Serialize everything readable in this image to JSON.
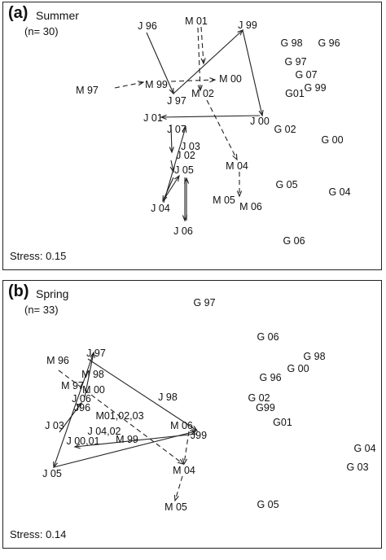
{
  "chart_data": [
    {
      "type": "scatter",
      "panel_label": "(a)",
      "season": "Summer",
      "n_label": "(n= 30)",
      "stress_label": "Stress: 0.15",
      "xlim": [
        0,
        466
      ],
      "ylim": [
        0,
        330
      ],
      "points": [
        {
          "label": "J 96",
          "x": 177,
          "y": 29
        },
        {
          "label": "M 01",
          "x": 237,
          "y": 23
        },
        {
          "label": "J 99",
          "x": 300,
          "y": 28
        },
        {
          "label": "G 98",
          "x": 354,
          "y": 50
        },
        {
          "label": "G 96",
          "x": 400,
          "y": 50
        },
        {
          "label": "G 97",
          "x": 359,
          "y": 73
        },
        {
          "label": "G 07",
          "x": 372,
          "y": 89
        },
        {
          "label": "M 97",
          "x": 103,
          "y": 108
        },
        {
          "label": "M 99",
          "x": 188,
          "y": 101
        },
        {
          "label": "M 00",
          "x": 279,
          "y": 94
        },
        {
          "label": "G01",
          "x": 358,
          "y": 112
        },
        {
          "label": "G 99",
          "x": 383,
          "y": 105
        },
        {
          "label": "M 02",
          "x": 245,
          "y": 112
        },
        {
          "label": "J 97",
          "x": 213,
          "y": 121
        },
        {
          "label": "J 01",
          "x": 184,
          "y": 142
        },
        {
          "label": "J 00",
          "x": 315,
          "y": 146
        },
        {
          "label": "G 02",
          "x": 346,
          "y": 156
        },
        {
          "label": "J 07",
          "x": 213,
          "y": 156
        },
        {
          "label": "G 00",
          "x": 404,
          "y": 169
        },
        {
          "label": "J 03",
          "x": 230,
          "y": 177
        },
        {
          "label": "J 02",
          "x": 224,
          "y": 188
        },
        {
          "label": "M 04",
          "x": 287,
          "y": 201
        },
        {
          "label": "J 05",
          "x": 222,
          "y": 206
        },
        {
          "label": "G 05",
          "x": 348,
          "y": 224
        },
        {
          "label": "G 04",
          "x": 413,
          "y": 233
        },
        {
          "label": "M 05",
          "x": 271,
          "y": 243
        },
        {
          "label": "M 06",
          "x": 304,
          "y": 251
        },
        {
          "label": "J 04",
          "x": 193,
          "y": 253
        },
        {
          "label": "J 06",
          "x": 221,
          "y": 281
        },
        {
          "label": "G 06",
          "x": 357,
          "y": 293
        }
      ],
      "trajectories": [
        {
          "series": "J",
          "from": [
            176,
            37
          ],
          "to": [
            209,
            112
          ],
          "style": "solid"
        },
        {
          "series": "J",
          "from": [
            209,
            112
          ],
          "to": [
            294,
            34
          ],
          "style": "solid"
        },
        {
          "series": "J",
          "from": [
            294,
            34
          ],
          "to": [
            318,
            139
          ],
          "style": "solid"
        },
        {
          "series": "J",
          "from": [
            315,
            139
          ],
          "to": [
            194,
            141
          ],
          "style": "solid"
        },
        {
          "series": "J",
          "from": [
            206,
            150
          ],
          "to": [
            207,
            184
          ],
          "style": "solid"
        },
        {
          "series": "J",
          "from": [
            206,
            194
          ],
          "to": [
            209,
            208
          ],
          "style": "solid"
        },
        {
          "series": "J",
          "from": [
            209,
            215
          ],
          "to": [
            196,
            244
          ],
          "style": "solid"
        },
        {
          "series": "J",
          "from": [
            196,
            244
          ],
          "to": [
            216,
            213
          ],
          "style": "solid"
        },
        {
          "series": "J",
          "from": [
            197,
            246
          ],
          "to": [
            224,
            153
          ],
          "style": "solid"
        },
        {
          "series": "J",
          "from": [
            223,
            215
          ],
          "to": [
            223,
            268
          ],
          "style": "solid"
        },
        {
          "series": "J",
          "from": [
            225,
            268
          ],
          "to": [
            225,
            216
          ],
          "style": "solid"
        },
        {
          "series": "M",
          "from": [
            137,
            105
          ],
          "to": [
            172,
            98
          ],
          "style": "dashed"
        },
        {
          "series": "M",
          "from": [
            206,
            97
          ],
          "to": [
            260,
            95
          ],
          "style": "dashed"
        },
        {
          "series": "M",
          "from": [
            239,
            31
          ],
          "to": [
            242,
            108
          ],
          "style": "dashed"
        },
        {
          "series": "M",
          "from": [
            243,
            30
          ],
          "to": [
            246,
            75
          ],
          "style": "dashed"
        },
        {
          "series": "M",
          "from": [
            250,
            120
          ],
          "to": [
            287,
            193
          ],
          "style": "dashed"
        },
        {
          "series": "M",
          "from": [
            290,
            208
          ],
          "to": [
            290,
            238
          ],
          "style": "dashed"
        }
      ]
    },
    {
      "type": "scatter",
      "panel_label": "(b)",
      "season": "Spring",
      "n_label": "(n= 33)",
      "stress_label": "Stress: 0.14",
      "xlim": [
        0,
        466
      ],
      "ylim": [
        0,
        330
      ],
      "points": [
        {
          "label": "G 97",
          "x": 247,
          "y": 27
        },
        {
          "label": "G 06",
          "x": 325,
          "y": 69
        },
        {
          "label": "J 97",
          "x": 114,
          "y": 89
        },
        {
          "label": "G 98",
          "x": 382,
          "y": 93
        },
        {
          "label": "M 96",
          "x": 67,
          "y": 98
        },
        {
          "label": "G 00",
          "x": 362,
          "y": 108
        },
        {
          "label": "M 98",
          "x": 110,
          "y": 115
        },
        {
          "label": "G 96",
          "x": 328,
          "y": 119
        },
        {
          "label": "M 97",
          "x": 85,
          "y": 129
        },
        {
          "label": "M 00",
          "x": 111,
          "y": 134
        },
        {
          "label": "J 98",
          "x": 202,
          "y": 143
        },
        {
          "label": "G 02",
          "x": 314,
          "y": 144
        },
        {
          "label": "J 06",
          "x": 96,
          "y": 145
        },
        {
          "label": "J96",
          "x": 97,
          "y": 156
        },
        {
          "label": "G99",
          "x": 322,
          "y": 156
        },
        {
          "label": "M01,02,03",
          "x": 143,
          "y": 166
        },
        {
          "label": "G01",
          "x": 343,
          "y": 174
        },
        {
          "label": "J 03",
          "x": 63,
          "y": 178
        },
        {
          "label": "M 06",
          "x": 219,
          "y": 178
        },
        {
          "label": "J 04,02",
          "x": 124,
          "y": 185
        },
        {
          "label": "J99",
          "x": 240,
          "y": 190
        },
        {
          "label": "J 00,01",
          "x": 98,
          "y": 197
        },
        {
          "label": "M 99",
          "x": 152,
          "y": 195
        },
        {
          "label": "G 04",
          "x": 444,
          "y": 206
        },
        {
          "label": "M 04",
          "x": 222,
          "y": 233
        },
        {
          "label": "G 03",
          "x": 435,
          "y": 229
        },
        {
          "label": "J 05",
          "x": 60,
          "y": 237
        },
        {
          "label": "G 05",
          "x": 325,
          "y": 275
        },
        {
          "label": "M 05",
          "x": 212,
          "y": 278
        }
      ],
      "trajectories": [
        {
          "series": "J",
          "from": [
            104,
            96
          ],
          "to": [
            238,
            184
          ],
          "style": "solid"
        },
        {
          "series": "J",
          "from": [
            69,
            186
          ],
          "to": [
            96,
            150
          ],
          "style": "solid"
        },
        {
          "series": "J",
          "from": [
            100,
            143
          ],
          "to": [
            111,
            88
          ],
          "style": "solid"
        },
        {
          "series": "J",
          "from": [
            111,
            88
          ],
          "to": [
            62,
            229
          ],
          "style": "solid"
        },
        {
          "series": "J",
          "from": [
            62,
            229
          ],
          "to": [
            236,
            185
          ],
          "style": "solid"
        },
        {
          "series": "J",
          "from": [
            238,
            188
          ],
          "to": [
            88,
            204
          ],
          "style": "solid"
        },
        {
          "series": "M",
          "from": [
            68,
            110
          ],
          "to": [
            221,
            225
          ],
          "style": "dashed"
        },
        {
          "series": "M",
          "from": [
            228,
            185
          ],
          "to": [
            222,
            225
          ],
          "style": "dashed"
        },
        {
          "series": "M",
          "from": [
            220,
            240
          ],
          "to": [
            211,
            270
          ],
          "style": "dashed"
        }
      ]
    }
  ]
}
